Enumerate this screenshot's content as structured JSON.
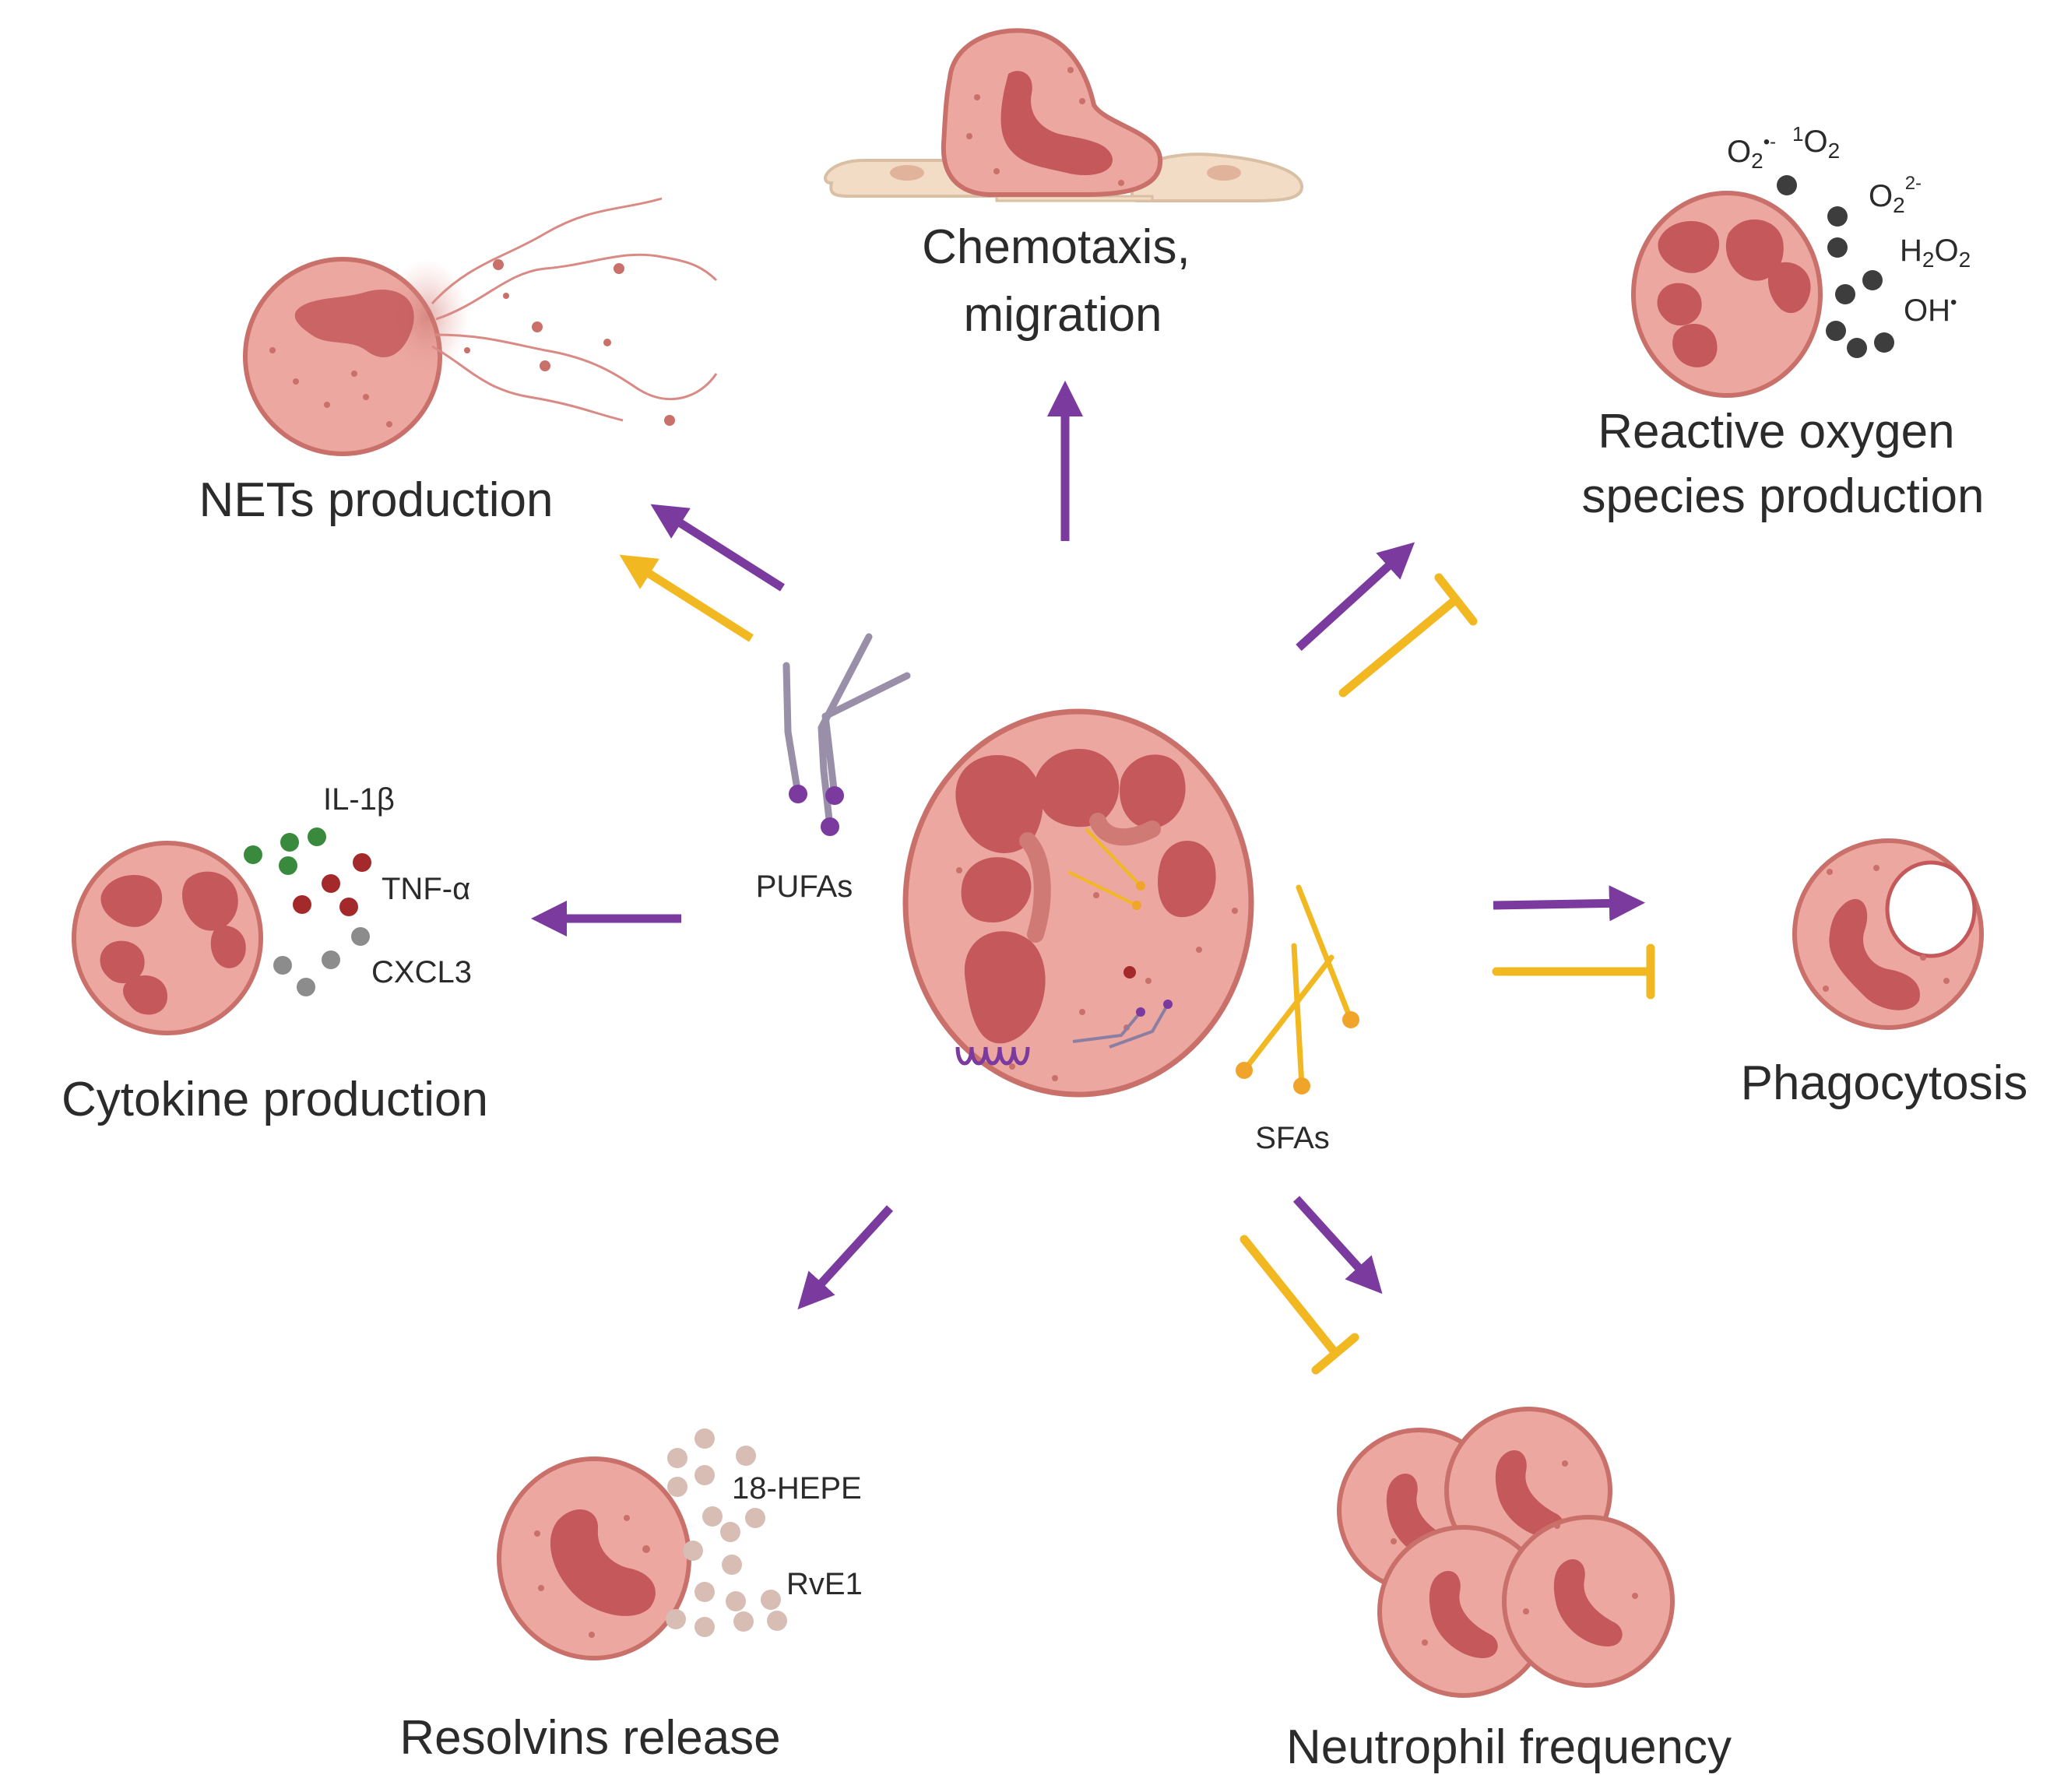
{
  "outcomes": {
    "chemotaxis": [
      "Chemotaxis,",
      "migration"
    ],
    "nets": "NETs production",
    "ros": [
      "Reactive oxygen",
      "species production"
    ],
    "cytokine": "Cytokine production",
    "phagocytosis": "Phagocytosis",
    "resolvins": "Resolvins release",
    "frequency": "Neutrophil frequency"
  },
  "fatty_acids": {
    "pufa": "PUFAs",
    "sfa": "SFAs"
  },
  "cytokines": [
    "IL-1β",
    "TNF-α",
    "CXCL3"
  ],
  "resolvins": [
    "18-HEPE",
    "RvE1"
  ],
  "ros_species": {
    "superoxide": {
      "base": "O",
      "sub": "2",
      "sup": "•-"
    },
    "singlet": {
      "pre": "1",
      "base": "O",
      "sub": "2"
    },
    "peroxide": {
      "base": "O",
      "sub": "2",
      "sup": "2-"
    },
    "h2o2": {
      "a": "H",
      "sub1": "2",
      "b": "O",
      "sub2": "2"
    },
    "hydroxyl": {
      "base": "OH",
      "sup": "•"
    }
  },
  "colors": {
    "pufa_arrow": "#7b3a9e",
    "sfa_arrow": "#f2b821",
    "cell_fill": "#eca7a1",
    "cell_stroke": "#c9706a",
    "nucleus": "#c4585b",
    "pufa_tail": "#9a8fa8",
    "pufa_head": "#7b3a9e",
    "sfa_head": "#f0a52a",
    "il1b": "#3a8a3e",
    "tnfa": "#a3292b",
    "cxcl3": "#8c8c8c",
    "resolvin": "#d7bdb4",
    "ros_dot": "#3d3d3d"
  }
}
